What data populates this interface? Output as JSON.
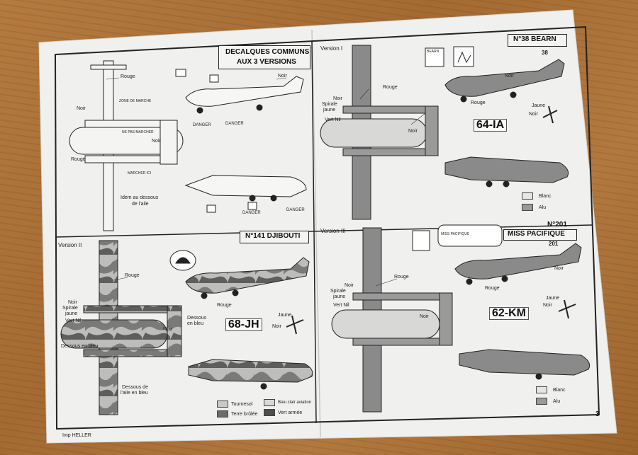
{
  "sheet": {
    "page_number": "3",
    "printer": "Imp HELLER",
    "common": {
      "title_line1": "DECALQUES COMMUNS",
      "title_line2": "AUX 3 VERSIONS",
      "labels": {
        "rouge": "Rouge",
        "noir1": "Noir",
        "noir2": "Noir",
        "noir3": "Noir",
        "rouge2": "Rouge",
        "ne_pas_marcher": "NE PAS MARCHER",
        "zone_marche": "ZONE DE MARCHE",
        "marcher_ici": "MARCHER ICI",
        "dessous": "Idem au dessous",
        "dessous2": "de l'aile",
        "danger1": "DANGER",
        "danger2": "DANGER",
        "danger3": "DANGER",
        "danger4": "DANGER"
      }
    },
    "v1": {
      "version": "Version I",
      "title": "N°38 BEARN",
      "registration": "64-IA",
      "badge_text": "BEARN",
      "fin_number": "38",
      "labels": {
        "rouge": "Rouge",
        "noir": "Noir",
        "spirale": "Spirale",
        "jaune": "jaune",
        "vertnil": "Vert Nil",
        "noir2": "Noir",
        "noir3": "Noir",
        "rouge2": "Rouge",
        "jaune2": "Jaune",
        "noir4": "Noir"
      },
      "legend": [
        {
          "label": "Blanc",
          "color": "#e6e6e4"
        },
        {
          "label": "Alu",
          "color": "#9a9a9a"
        }
      ]
    },
    "v2": {
      "version": "Version II",
      "title": "N°141 DJIBOUTI",
      "registration": "68-JH",
      "labels": {
        "rouge": "Rouge",
        "noir": "Noir",
        "spirale": "Spirale",
        "jaune": "jaune",
        "vertnil": "Vert Nil",
        "dessous_bleu": "Dessous en bleu",
        "noir2": "Noir",
        "dessous_aile1": "Dessous de",
        "dessous_aile2": "l'aile en bleu",
        "dessous_en": "Dessous",
        "dessous_en2": "en bleu",
        "rouge2": "Rouge",
        "jaune2": "Jaune",
        "noir3": "Noir"
      },
      "legend": [
        {
          "label": "Tournesol",
          "color": "#c9c9c7"
        },
        {
          "label": "Terre brûlée",
          "color": "#6c6c6c"
        },
        {
          "label": "Bleu clair aviation",
          "color": "#d8d8d8"
        },
        {
          "label": "Vert armée",
          "color": "#4e4e4e"
        }
      ]
    },
    "v3": {
      "version": "Version III",
      "title_line1": "N°201",
      "title_line2": "MISS PACIFIQUE",
      "registration": "62-KM",
      "badge_text": "MISS PACIFIQUE",
      "fin_number": "201",
      "labels": {
        "rouge": "Rouge",
        "noir": "Noir",
        "spirale": "Spirale",
        "jaune": "jaune",
        "vertnil": "Vert Nil",
        "noir2": "Noir",
        "rouge2": "Rouge",
        "noir3": "Noir",
        "jaune2": "Jaune",
        "noir4": "Noir"
      },
      "legend": [
        {
          "label": "Blanc",
          "color": "#e6e6e4"
        },
        {
          "label": "Alu",
          "color": "#9a9a9a"
        }
      ]
    }
  }
}
